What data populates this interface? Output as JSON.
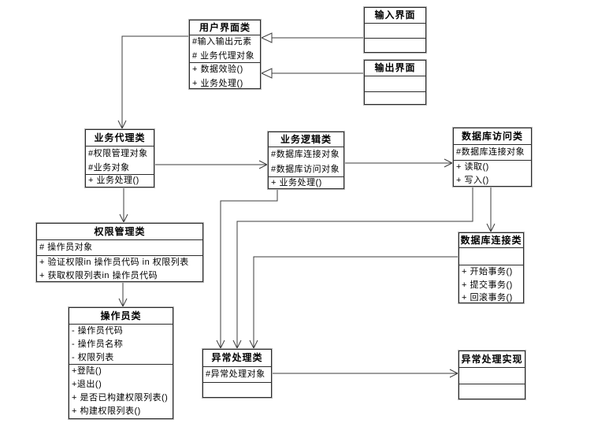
{
  "diagram": {
    "background_color": "#ffffff",
    "line_color": "#3c3c3c",
    "classes": [
      {
        "name": "用户界面类",
        "attributes": [
          "#输入输出元素",
          "# 业务代理对象"
        ],
        "methods": [
          "+ 数据效验()",
          "+ 业务处理()"
        ]
      },
      {
        "name": "输入界面",
        "attributes": [],
        "methods": []
      },
      {
        "name": "输出界面",
        "attributes": [],
        "methods": []
      },
      {
        "name": "业务代理类",
        "attributes": [
          "#权限管理对象",
          "#业务对象"
        ],
        "methods": [
          "+ 业务处理()"
        ]
      },
      {
        "name": "业务逻辑类",
        "attributes": [
          "#数据库连接对象",
          "#数据库访问对象"
        ],
        "methods": [
          "+ 业务处理()"
        ]
      },
      {
        "name": "数据库访问类",
        "attributes": [
          "#数据库连接对象"
        ],
        "methods": [
          "+ 读取()",
          "+ 写入()"
        ]
      },
      {
        "name": "权限管理类",
        "attributes": [
          "# 操作员对象"
        ],
        "methods": [
          "+ 验证权限in 操作员代码 in 权限列表",
          "+ 获取权限列表in 操作员代码"
        ]
      },
      {
        "name": "操作员类",
        "attributes": [
          "- 操作员代码",
          "- 操作员名称",
          "- 权限列表"
        ],
        "methods": [
          "+登陆()",
          "+退出()",
          "+ 是否已构建权限列表()",
          "+ 构建权限列表()"
        ]
      },
      {
        "name": "数据库连接类",
        "attributes": [],
        "methods": [
          "+ 开始事务()",
          "+ 提交事务()",
          "+ 回滚事务()"
        ]
      },
      {
        "name": "异常处理类",
        "attributes": [
          "#异常处理对象"
        ],
        "methods": []
      },
      {
        "name": "异常处理实现",
        "attributes": [],
        "methods": []
      }
    ],
    "relationships": [
      {
        "from": "输入界面",
        "to": "用户界面类",
        "type": "generalization"
      },
      {
        "from": "输出界面",
        "to": "用户界面类",
        "type": "generalization"
      },
      {
        "from": "用户界面类",
        "to": "业务代理类",
        "type": "directed-association"
      },
      {
        "from": "业务代理类",
        "to": "业务逻辑类",
        "type": "directed-association"
      },
      {
        "from": "业务逻辑类",
        "to": "数据库访问类",
        "type": "directed-association"
      },
      {
        "from": "业务代理类",
        "to": "权限管理类",
        "type": "directed-association"
      },
      {
        "from": "权限管理类",
        "to": "操作员类",
        "type": "directed-association"
      },
      {
        "from": "业务逻辑类",
        "to": "异常处理类",
        "type": "directed-association"
      },
      {
        "from": "数据库访问类",
        "to": "异常处理类",
        "type": "directed-association"
      },
      {
        "from": "数据库连接类",
        "to": "异常处理类",
        "type": "directed-association"
      },
      {
        "from": "数据库访问类",
        "to": "数据库连接类",
        "type": "directed-association"
      },
      {
        "from": "异常处理类",
        "to": "异常处理实现",
        "type": "directed-association"
      }
    ]
  }
}
